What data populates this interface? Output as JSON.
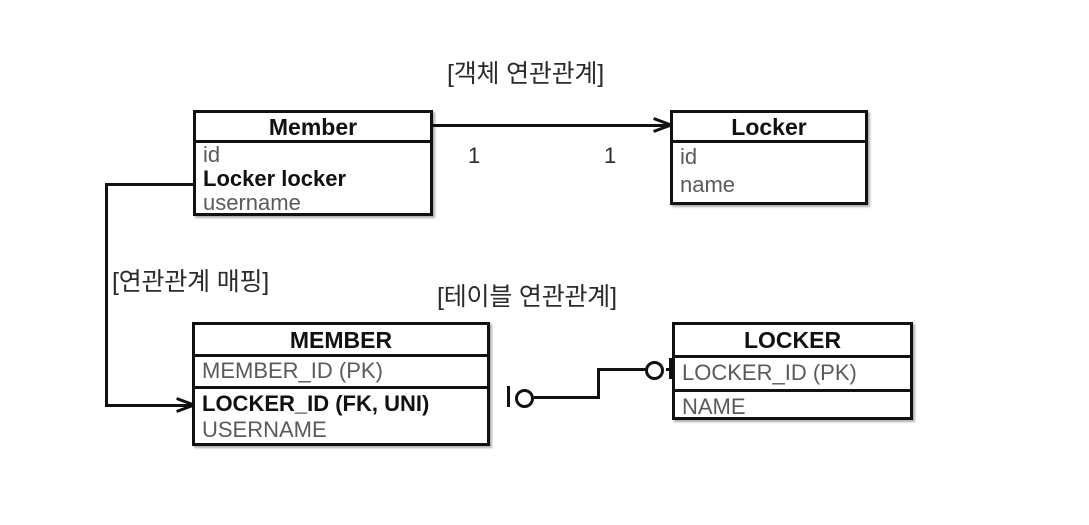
{
  "diagram": {
    "title_object_association": "[객체 연관관계]",
    "title_mapping": "[연관관계 매핑]",
    "title_table_association": "[테이블 연관관계]",
    "colors": {
      "line": "#111111",
      "box_border": "#111111",
      "background": "#ffffff",
      "attribute_text": "#5a5a5a",
      "emphasis_text": "#111111"
    }
  },
  "class_diagram": {
    "member": {
      "name": "Member",
      "attributes": [
        {
          "label": "id",
          "emphasis": false
        },
        {
          "label": "Locker locker",
          "emphasis": true
        },
        {
          "label": "username",
          "emphasis": false
        }
      ]
    },
    "locker": {
      "name": "Locker",
      "attributes": [
        {
          "label": "id",
          "emphasis": false
        },
        {
          "label": "name",
          "emphasis": false
        }
      ]
    },
    "association": {
      "source_multiplicity": "1",
      "target_multiplicity": "1",
      "direction": "member-to-locker",
      "arrow": "open-arrow"
    }
  },
  "erd": {
    "member_table": {
      "name": "MEMBER",
      "columns": [
        {
          "label": "MEMBER_ID (PK)",
          "emphasis": false,
          "separator_above": false
        },
        {
          "label": "LOCKER_ID (FK, UNI)",
          "emphasis": true,
          "separator_above": true
        },
        {
          "label": "USERNAME",
          "emphasis": false,
          "separator_above": false
        }
      ]
    },
    "locker_table": {
      "name": "LOCKER",
      "columns": [
        {
          "label": "LOCKER_ID (PK)",
          "emphasis": false,
          "separator_above": false
        },
        {
          "label": "NAME",
          "emphasis": false,
          "separator_above": true
        }
      ]
    },
    "relationship": {
      "left_cardinality": "one-and-only-one",
      "right_cardinality": "one-and-only-one",
      "notation": "crows-foot"
    }
  }
}
